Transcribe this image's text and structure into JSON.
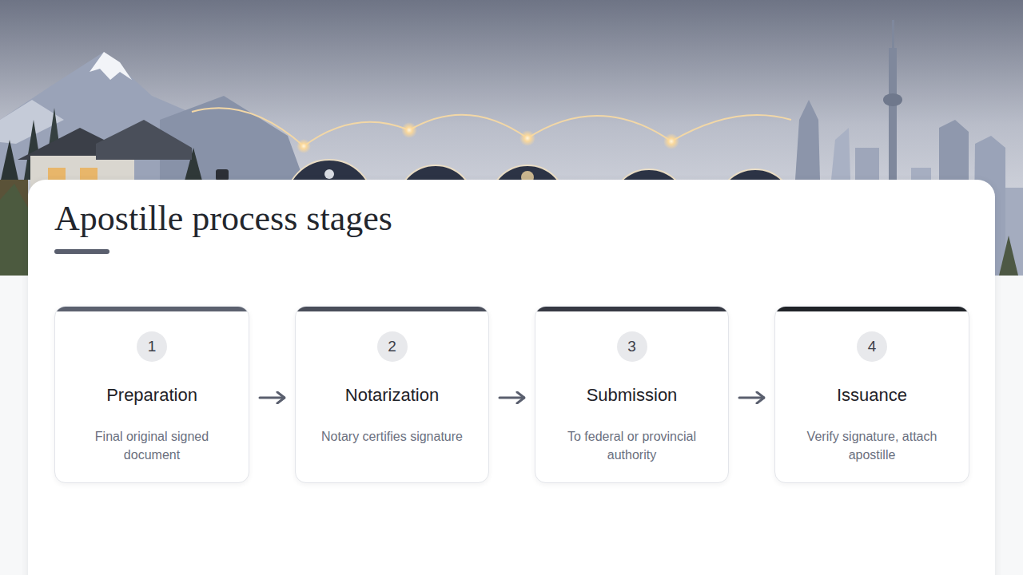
{
  "diagram": {
    "title": "Apostille process stages",
    "nodes": [
      {
        "text": [
          "1",
          "Preparation",
          "Final original signed document"
        ]
      },
      {
        "text": [
          "2",
          "Notarization",
          "Notary certifies signature"
        ]
      },
      {
        "text": [
          "3",
          "Submission",
          "To federal or provincial authority"
        ]
      },
      {
        "text": [
          "4",
          "Issuance",
          "Verify signature, attach apostille"
        ]
      }
    ],
    "edges": [
      {
        "from": 0,
        "to": 1,
        "arrow": "to"
      },
      {
        "from": 1,
        "to": 2,
        "arrow": "to"
      },
      {
        "from": 2,
        "to": 3,
        "arrow": "to"
      }
    ]
  }
}
